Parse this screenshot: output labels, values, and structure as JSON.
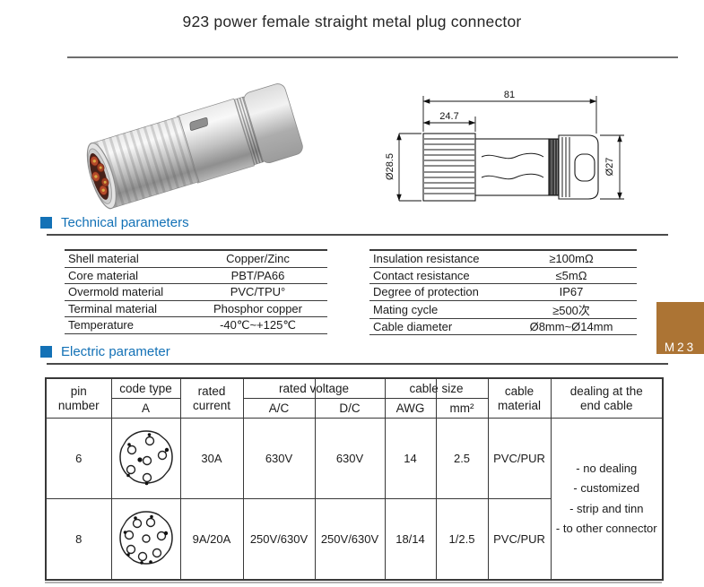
{
  "page": {
    "title": "923 power female straight metal plug connector"
  },
  "sections": {
    "technical_label": "Technical parameters",
    "electric_label": "Electric parameter",
    "accent_color": "#1371B6"
  },
  "badge": {
    "label": "M23",
    "bg_color": "#AC7434",
    "text_color": "#FFFFFF"
  },
  "technical_left": {
    "rows": [
      {
        "label": "Shell material",
        "value": "Copper/Zinc"
      },
      {
        "label": "Core material",
        "value": "PBT/PA66"
      },
      {
        "label": "Overmold material",
        "value": "PVC/TPU°"
      },
      {
        "label": "Terminal material",
        "value": "Phosphor copper"
      },
      {
        "label": "Temperature",
        "value": "-40℃~+125℃"
      }
    ]
  },
  "technical_right": {
    "rows": [
      {
        "label": "Insulation resistance",
        "value": "≥100mΩ"
      },
      {
        "label": "Contact resistance",
        "value": "≤5mΩ"
      },
      {
        "label": "Degree of protection",
        "value": "IP67"
      },
      {
        "label": "Mating cycle",
        "value": "≥500次"
      },
      {
        "label": "Cable diameter",
        "value": "Ø8mm~Ø14mm"
      }
    ]
  },
  "drawing": {
    "dim_overall": "81",
    "dim_nut": "24.7",
    "dim_left": "Ø28.5",
    "dim_right": "Ø27"
  },
  "electric_table": {
    "headers": {
      "pin_lines": [
        "pin",
        "number"
      ],
      "code_type": "code type",
      "code_variant": "A",
      "rated_lines": [
        "rated",
        "current"
      ],
      "rated_voltage": "rated voltage",
      "ac": "A/C",
      "dc": "D/C",
      "cable_size": "cable size",
      "awg": "AWG",
      "mm2": "mm²",
      "cable_material_lines": [
        "cable",
        "material"
      ],
      "dealing_lines": [
        "dealing at the",
        "end cable"
      ]
    },
    "rows": [
      {
        "pin": "6",
        "current": "30A",
        "ac": "630V",
        "dc": "630V",
        "awg": "14",
        "mm2": "2.5",
        "material": "PVC/PUR"
      },
      {
        "pin": "8",
        "current": "9A/20A",
        "ac": "250V/630V",
        "dc": "250V/630V",
        "awg": "18/14",
        "mm2": "1/2.5",
        "material": "PVC/PUR"
      }
    ],
    "dealing_options": [
      "- no dealing",
      "- customized",
      "- strip and tinn",
      "- to other  connector"
    ]
  }
}
